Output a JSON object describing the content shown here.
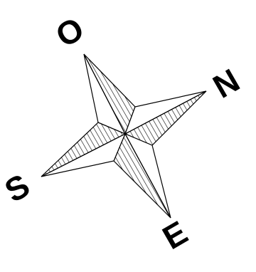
{
  "compass": {
    "north": "N",
    "east": "E",
    "south": "S",
    "west": "O"
  },
  "colors": {
    "line": "#000000",
    "hatch": "#000000",
    "background": "#ffffff"
  }
}
